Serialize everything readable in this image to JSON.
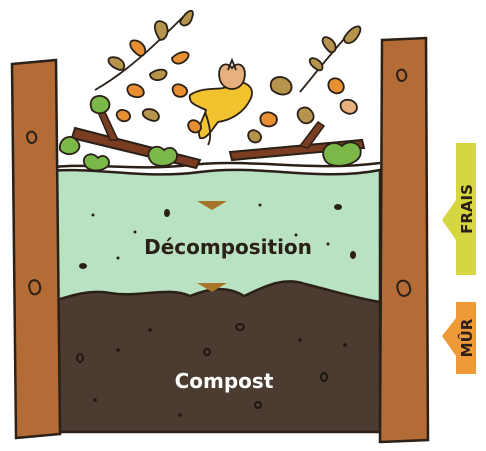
{
  "diagram": {
    "layers": {
      "decomposition": "Décomposition",
      "compost": "Compost"
    },
    "scale": {
      "fresh": "FRAIS",
      "mature": "MÛR"
    }
  },
  "colors": {
    "fresh_bar": "#d5d640",
    "mature_bar": "#ee9a38",
    "decomposition_layer": "#b9e2c2",
    "compost_layer": "#4b3b31",
    "wood_post": "#b36c36",
    "outline": "#2a2017"
  }
}
